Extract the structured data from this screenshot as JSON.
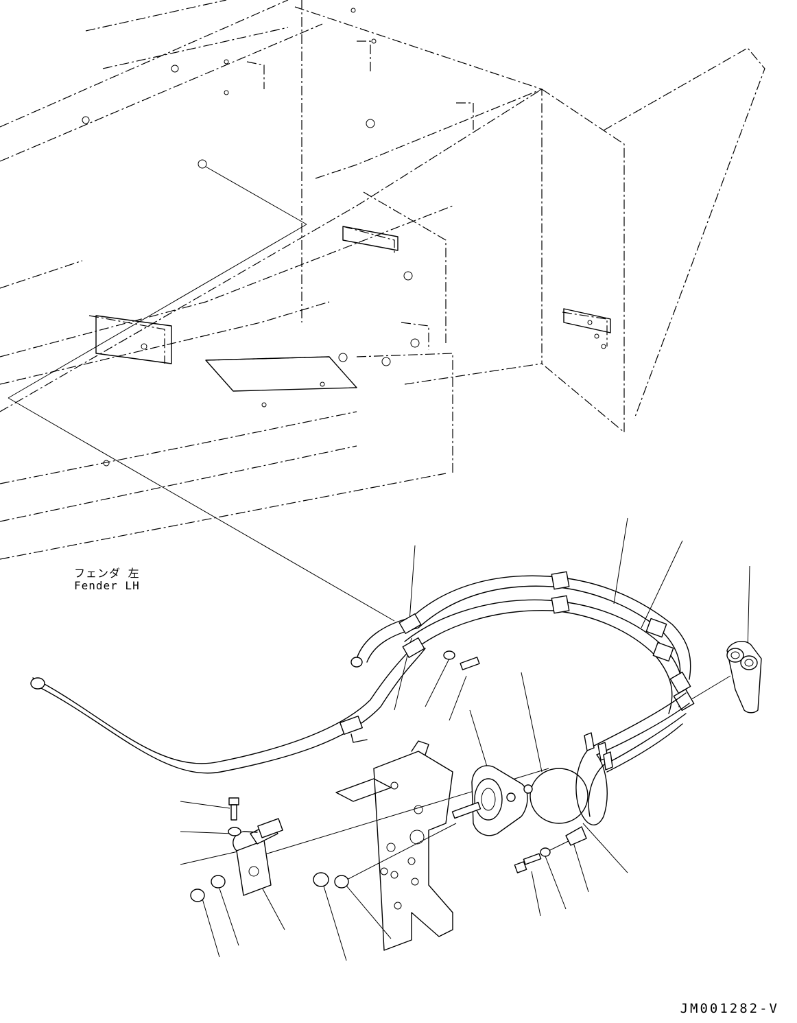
{
  "labels": {
    "fender_jp": "フェンダ 左",
    "fender_en": "Fender LH"
  },
  "drawing_number": "JM001282-V"
}
